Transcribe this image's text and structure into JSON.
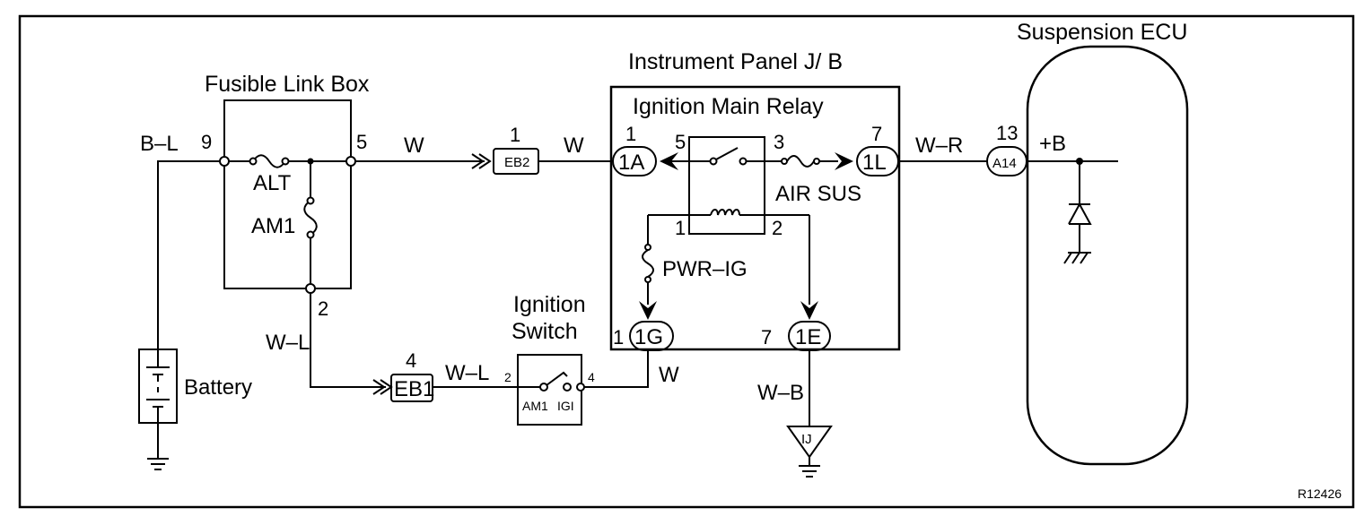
{
  "components": {
    "fusible_link_box": "Fusible Link Box",
    "instrument_panel_jb": "Instrument Panel J/ B",
    "ignition_main_relay": "Ignition Main Relay",
    "suspension_ecu": "Suspension ECU",
    "ignition_switch_line1": "Ignition",
    "ignition_switch_line2": "Switch",
    "battery": "Battery"
  },
  "fuses": {
    "alt": "ALT",
    "am1": "AM1",
    "air_sus": "AIR SUS",
    "pwr_ig": "PWR–IG"
  },
  "wire_colors": {
    "b_l": "B–L",
    "w_a": "W",
    "w_b": "W",
    "w_r": "W–R",
    "w_l_a": "W–L",
    "w_l_b": "W–L",
    "w_c": "W",
    "w_b_ground": "W–B"
  },
  "connectors": {
    "eb2": "EB2",
    "eb1": "EB1",
    "c1a": "1A",
    "c1l": "1L",
    "a14": "A14",
    "c1g": "1G",
    "c1e": "1E",
    "ij": "IJ"
  },
  "pins": {
    "flb_9": "9",
    "flb_5": "5",
    "flb_2": "2",
    "eb2_1": "1",
    "c1a_1": "1",
    "relay_5": "5",
    "relay_3": "3",
    "relay_1": "1",
    "relay_2": "2",
    "c1l_7": "7",
    "a14_13": "13",
    "c1g_1": "1",
    "c1e_7": "7",
    "eb1_4": "4",
    "sw_2": "2",
    "sw_4": "4"
  },
  "switch_positions": {
    "am1": "AM1",
    "ig1": "IGI"
  },
  "ecu_terminal": "+B",
  "figure_ref": "R12426",
  "colors": {
    "line": "#000000",
    "background": "#ffffff"
  }
}
